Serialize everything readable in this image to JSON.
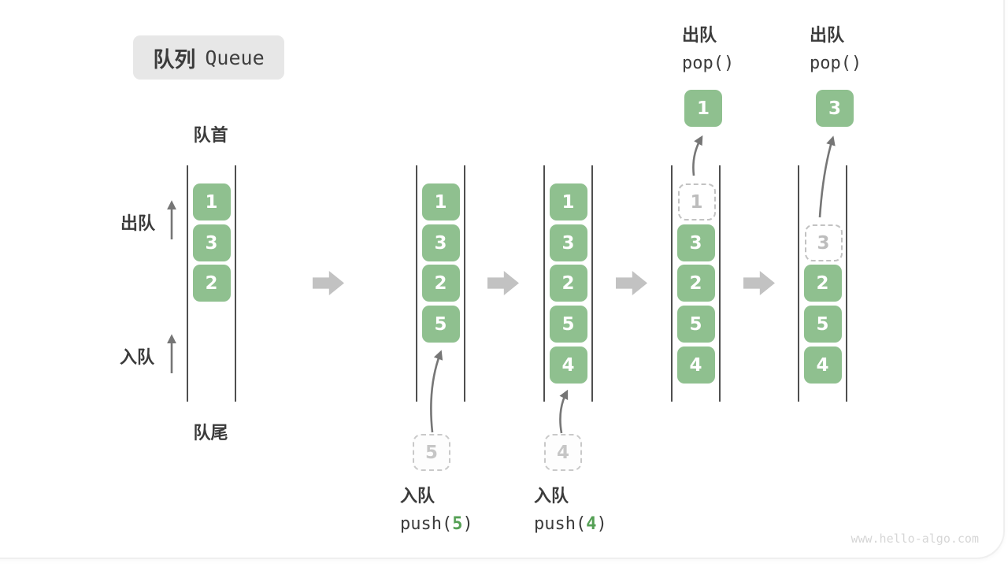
{
  "title": {
    "zh": "队列",
    "en": "Queue"
  },
  "side_labels": {
    "front": "队首",
    "rear": "队尾",
    "dequeue": "出队",
    "enqueue": "入队"
  },
  "watermark": "www.hello-algo.com",
  "colors": {
    "cell_green": "#8FC08F",
    "arg_green": "#55A055",
    "block_arrow_gray": "#C2C2C2",
    "thin_arrow_gray": "#767676",
    "ghost_dash_gray": "#C2C2C2",
    "text_dark": "#3B3B3B",
    "title_badge_bg": "#E7E7E7",
    "watermark_gray": "#D6D6D6"
  },
  "states": [
    {
      "slots": [
        {
          "row": 0,
          "value": "1",
          "type": "filled"
        },
        {
          "row": 1,
          "value": "3",
          "type": "filled"
        },
        {
          "row": 2,
          "value": "2",
          "type": "filled"
        }
      ]
    },
    {
      "slots": [
        {
          "row": 0,
          "value": "1",
          "type": "filled"
        },
        {
          "row": 1,
          "value": "3",
          "type": "filled"
        },
        {
          "row": 2,
          "value": "2",
          "type": "filled"
        },
        {
          "row": 3,
          "value": "5",
          "type": "filled"
        }
      ],
      "incoming": {
        "value": "5"
      },
      "op_bottom": {
        "name": "入队",
        "code_pre": "push(",
        "arg": "5",
        "code_post": ")"
      }
    },
    {
      "slots": [
        {
          "row": 0,
          "value": "1",
          "type": "filled"
        },
        {
          "row": 1,
          "value": "3",
          "type": "filled"
        },
        {
          "row": 2,
          "value": "2",
          "type": "filled"
        },
        {
          "row": 3,
          "value": "5",
          "type": "filled"
        },
        {
          "row": 4,
          "value": "4",
          "type": "filled"
        }
      ],
      "incoming": {
        "value": "4"
      },
      "op_bottom": {
        "name": "入队",
        "code_pre": "push(",
        "arg": "4",
        "code_post": ")"
      }
    },
    {
      "slots": [
        {
          "row": 0,
          "value": "1",
          "type": "ghost"
        },
        {
          "row": 1,
          "value": "3",
          "type": "filled"
        },
        {
          "row": 2,
          "value": "2",
          "type": "filled"
        },
        {
          "row": 3,
          "value": "5",
          "type": "filled"
        },
        {
          "row": 4,
          "value": "4",
          "type": "filled"
        }
      ],
      "popped": {
        "value": "1"
      },
      "op_top": {
        "name": "出队",
        "code": "pop()"
      }
    },
    {
      "slots": [
        {
          "row": 1,
          "value": "3",
          "type": "ghost"
        },
        {
          "row": 2,
          "value": "2",
          "type": "filled"
        },
        {
          "row": 3,
          "value": "5",
          "type": "filled"
        },
        {
          "row": 4,
          "value": "4",
          "type": "filled"
        }
      ],
      "popped": {
        "value": "3"
      },
      "op_top": {
        "name": "出队",
        "code": "pop()"
      }
    }
  ]
}
